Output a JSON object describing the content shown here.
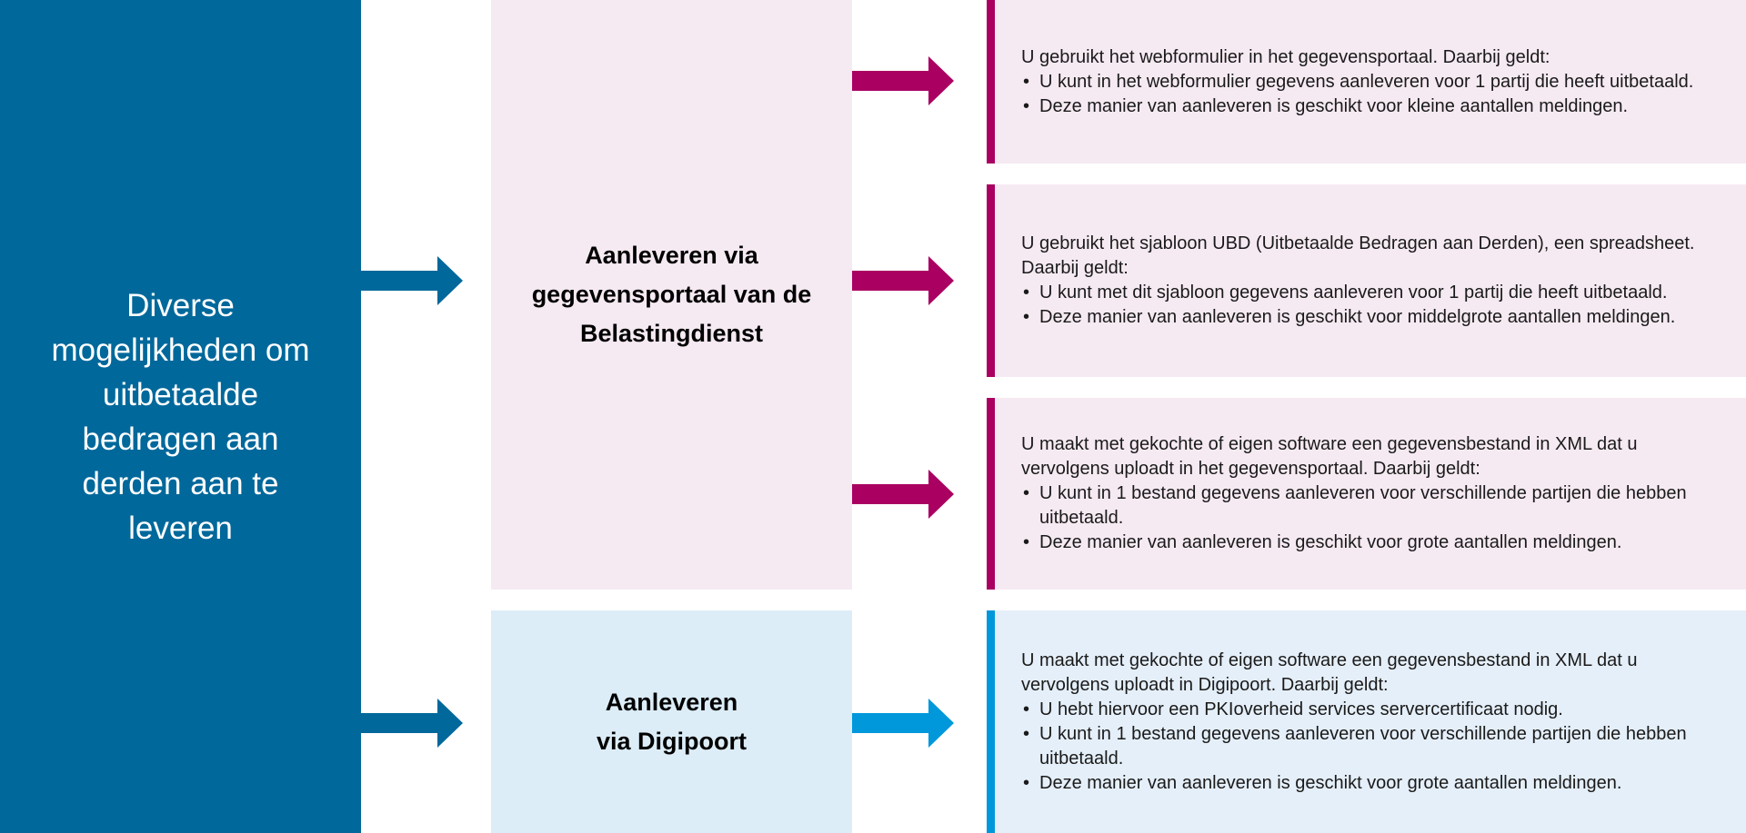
{
  "main_title": "Diverse mogelijkheden om uitbetaalde bedragen aan derden aan te leveren",
  "routes": {
    "portal_title": "Aanleveren via gegevensportaal van de Belastingdienst",
    "digipoort_title": "Aanleveren via Digipoort"
  },
  "colors": {
    "dark_blue": "#01689b",
    "magenta": "#a90061",
    "light_blue": "#0098db",
    "pink_bg": "#f6eaf2",
    "blue_bg": "#dcedf7"
  },
  "panels": [
    {
      "intro": "U gebruikt het webformulier in het gegevensportaal. Daarbij geldt:",
      "bullets": [
        "U kunt in het webformulier gegevens aanleveren voor 1 partij die heeft uitbetaald.",
        "Deze manier van aanleveren is geschikt voor kleine aantallen meldingen."
      ]
    },
    {
      "intro": "U gebruikt het sjabloon UBD (Uitbetaalde Bedragen aan Derden), een spreadsheet. Daarbij geldt:",
      "bullets": [
        "U kunt met dit sjabloon gegevens aanleveren voor 1 partij die heeft uitbetaald.",
        "Deze manier van aanleveren is geschikt voor middelgrote aantallen meldingen."
      ]
    },
    {
      "intro": "U maakt met gekochte of eigen software een gegevensbestand in XML dat u vervolgens uploadt in het gegevensportaal. Daarbij geldt:",
      "bullets": [
        "U kunt in 1 bestand gegevens aanleveren voor verschillende partijen die hebben uitbetaald.",
        "Deze manier van aanleveren is geschikt voor grote aantallen meldingen."
      ]
    },
    {
      "intro": "U maakt met gekochte of eigen software een gegevensbestand in XML dat u vervolgens uploadt in Digipoort. Daarbij geldt:",
      "bullets": [
        "U hebt hiervoor een PKIoverheid services servercertificaat nodig.",
        "U kunt in 1 bestand gegevens aanleveren voor verschillende partijen die hebben uitbetaald.",
        "Deze manier van aanleveren is geschikt voor grote aantallen meldingen."
      ]
    }
  ]
}
